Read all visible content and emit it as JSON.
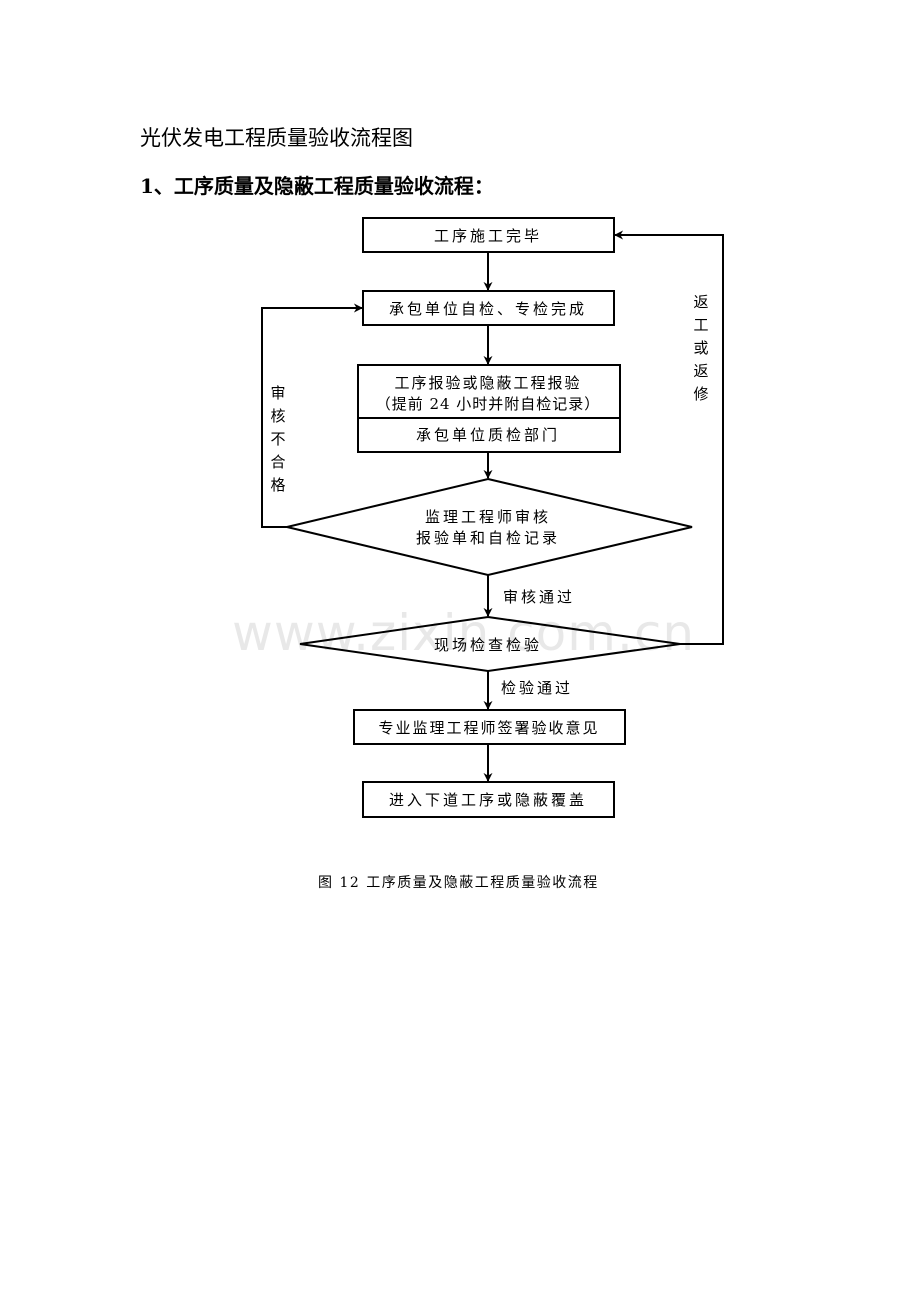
{
  "document": {
    "title": "光伏发电工程质量验收流程图",
    "subtitle": "1、工序质量及隐蔽工程质量验收流程：",
    "caption": "图 12   工序质量及隐蔽工程质量验收流程",
    "watermark": "www.zixin.com.cn"
  },
  "flowchart": {
    "nodes": {
      "step1": "工序施工完毕",
      "step2": "承包单位自检、专检完成",
      "step3_line1": "工序报验或隐蔽工程报验",
      "step3_line2": "（提前 24 小时并附自检记录）",
      "step3_line3": "承包单位质检部门",
      "decision1_line1": "监理工程师审核",
      "decision1_line2": "报验单和自检记录",
      "decision2": "现场检查检验",
      "step4": "专业监理工程师签署验收意见",
      "step5": "进入下道工序或隐蔽覆盖"
    },
    "edge_labels": {
      "review_pass": "审核通过",
      "inspect_pass": "检验通过",
      "review_fail": [
        "审",
        "核",
        "不",
        "合",
        "格"
      ],
      "rework": [
        "返",
        "工",
        "或",
        "返",
        "修"
      ]
    }
  }
}
